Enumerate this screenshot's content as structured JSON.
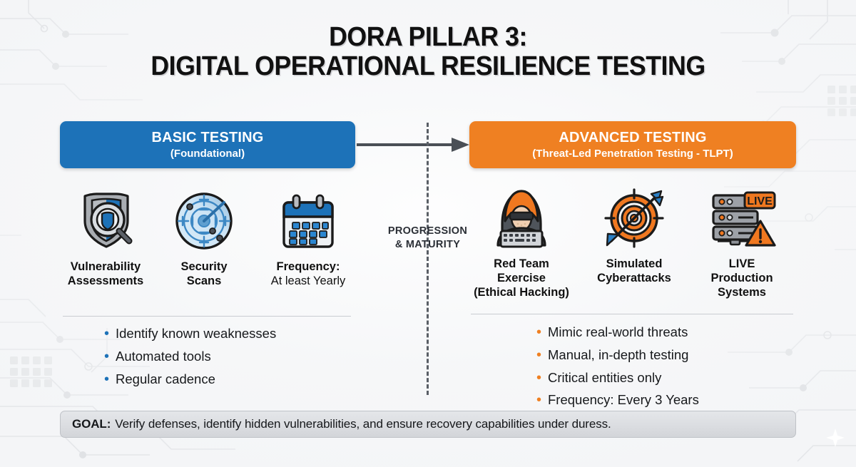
{
  "title": {
    "line1": "DORA PILLAR 3:",
    "line2": "DIGITAL OPERATIONAL RESILIENCE TESTING"
  },
  "colors": {
    "basic_blue": "#1d72b8",
    "advanced_orange": "#ef8022",
    "background": "#f4f5f7",
    "divider": "#5a5f66",
    "goal_bar": "#dcdee2"
  },
  "basic": {
    "header_title": "BASIC TESTING",
    "header_subtitle": "(Foundational)",
    "items": [
      {
        "icon": "shield-magnifier-icon",
        "label_line1": "Vulnerability",
        "label_line2": "Assessments"
      },
      {
        "icon": "radar-icon",
        "label_line1": "Security",
        "label_line2": "Scans"
      },
      {
        "icon": "calendar-icon",
        "label_line1": "Frequency:",
        "label_line2": "At least Yearly"
      }
    ],
    "bullets": [
      "Identify known weaknesses",
      "Automated tools",
      "Regular cadence"
    ]
  },
  "progression": {
    "line1": "PROGRESSION",
    "line2": "& MATURITY",
    "arrow": "arrow-right-icon"
  },
  "advanced": {
    "header_title": "ADVANCED TESTING",
    "header_subtitle": "(Threat-Led Penetration Testing - TLPT)",
    "items": [
      {
        "icon": "hacker-icon",
        "label_line1": "Red Team",
        "label_line2": "Exercise",
        "label_line3": "(Ethical Hacking)"
      },
      {
        "icon": "target-arrow-icon",
        "label_line1": "Simulated",
        "label_line2": "Cyberattacks",
        "label_line3": ""
      },
      {
        "icon": "server-warning-icon",
        "label_line1": "LIVE",
        "label_line2": "Production",
        "label_line3": "Systems"
      }
    ],
    "bullets": [
      "Mimic real-world threats",
      "Manual, in-depth testing",
      "Critical entities only",
      "Frequency: Every 3 Years"
    ]
  },
  "goal": {
    "lead": "GOAL:",
    "text": "Verify defenses, identify hidden vulnerabilities, and ensure recovery capabilities under duress."
  },
  "server_badge": "LIVE"
}
